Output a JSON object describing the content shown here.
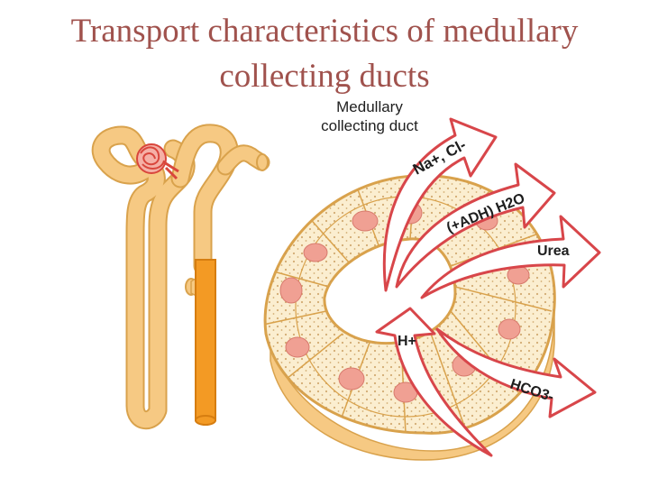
{
  "slide": {
    "title_line1": "Transport characteristics of medullary",
    "title_line2": "collecting ducts"
  },
  "diagram": {
    "duct_label_line1": "Medullary",
    "duct_label_line2": "collecting duct",
    "arrows": [
      {
        "id": "nacl",
        "text": "Na+, Cl-",
        "direction": "out"
      },
      {
        "id": "water",
        "text": "(+ADH) H2O",
        "direction": "out"
      },
      {
        "id": "urea",
        "text": "Urea",
        "direction": "out"
      },
      {
        "id": "proton",
        "text": "H+",
        "direction": "in"
      },
      {
        "id": "bicarb",
        "text": "HCO3-",
        "direction": "out"
      }
    ],
    "colors": {
      "title": "#a0524d",
      "nephron_tube": "#f6c983",
      "nephron_outline": "#d9a24c",
      "collecting_duct": "#f39a24",
      "glomerulus": "#d9463c",
      "arrow_fill": "#ffffff",
      "arrow_outline": "#d8464a",
      "cell_fill": "#fbeed0",
      "nucleus": "#f0a093"
    }
  }
}
